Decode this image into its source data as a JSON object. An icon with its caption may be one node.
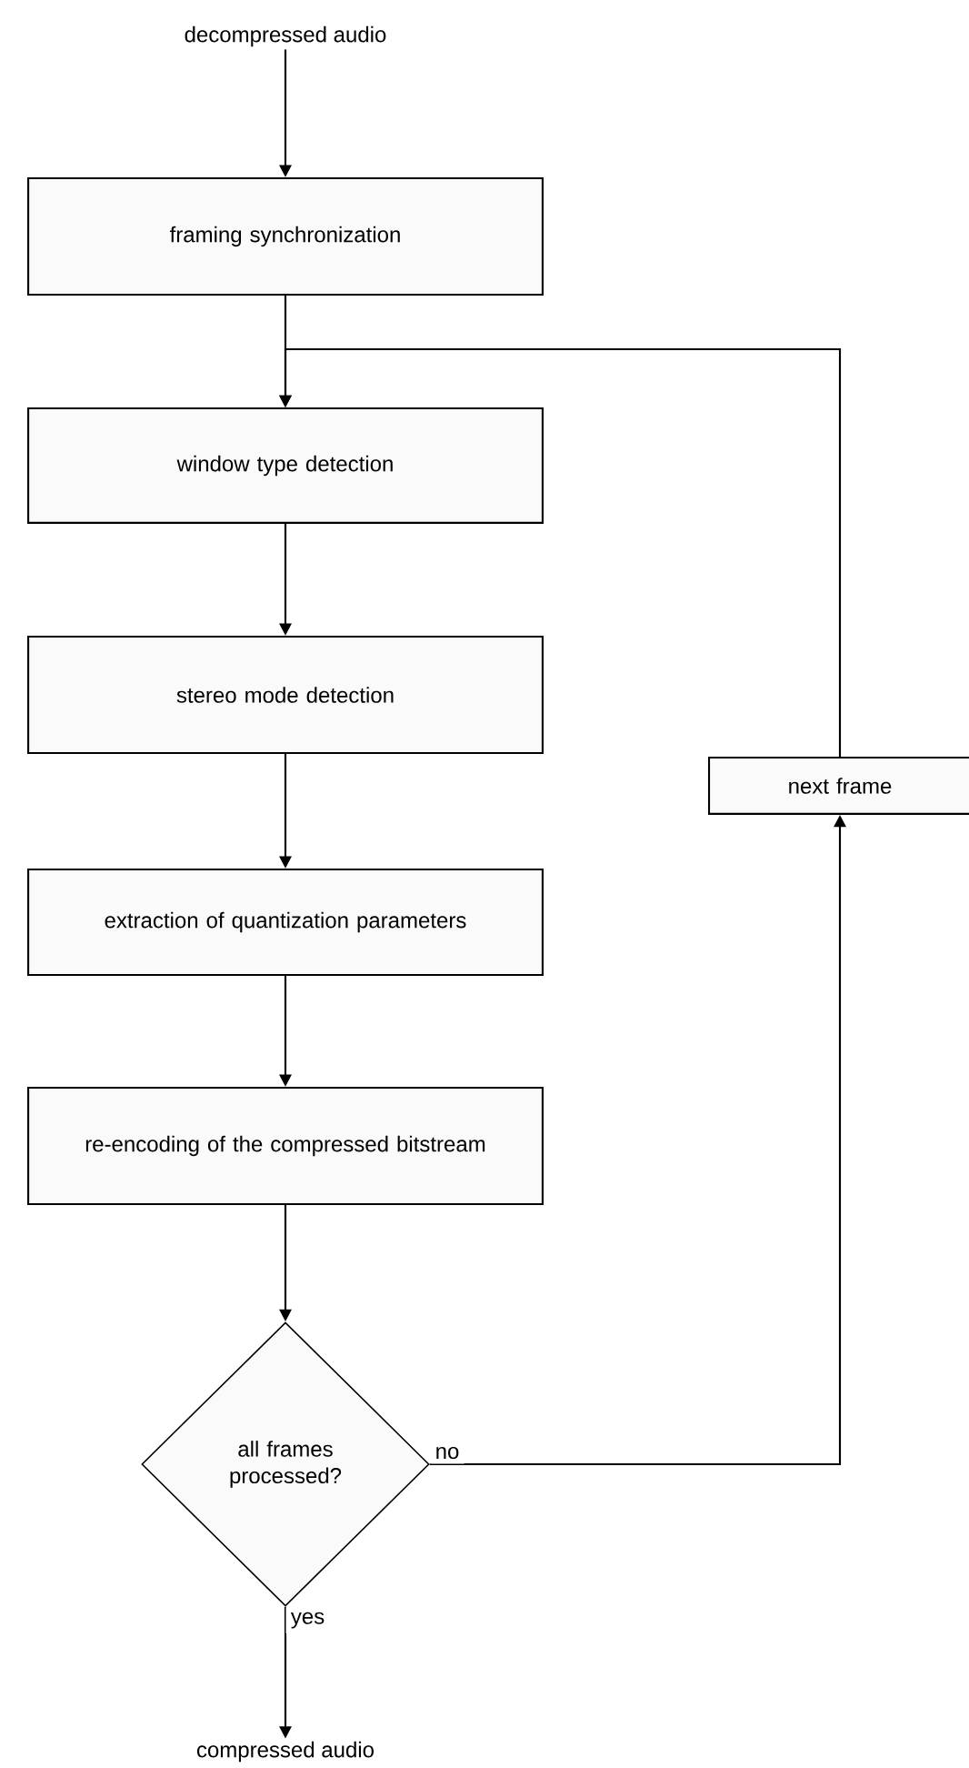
{
  "diagram": {
    "nodes": [
      {
        "text": [
          "decompressed audio"
        ]
      },
      {
        "text": [
          "framing synchronization"
        ]
      },
      {
        "text": [
          "window type detection"
        ]
      },
      {
        "text": [
          "stereo mode detection"
        ]
      },
      {
        "text": [
          "extraction of quantization parameters"
        ]
      },
      {
        "text": [
          "re-encoding of the compressed bitstream"
        ]
      },
      {
        "text": [
          "all frames processed?"
        ]
      },
      {
        "text": [
          "next frame"
        ]
      },
      {
        "text": [
          "compressed audio"
        ]
      }
    ],
    "edges": [
      {
        "from": 0,
        "to": 1,
        "arrow": "to"
      },
      {
        "from": 1,
        "to": 2,
        "arrow": "to"
      },
      {
        "from": 2,
        "to": 3,
        "arrow": "to"
      },
      {
        "from": 3,
        "to": 4,
        "arrow": "to"
      },
      {
        "from": 4,
        "to": 5,
        "arrow": "to"
      },
      {
        "from": 5,
        "to": 6,
        "arrow": "to"
      },
      {
        "from": 6,
        "to": 7,
        "arrow": "to",
        "label": "no"
      },
      {
        "from": 7,
        "to": 2,
        "arrow": "to"
      },
      {
        "from": 6,
        "to": 8,
        "arrow": "to",
        "label": "yes"
      }
    ]
  }
}
